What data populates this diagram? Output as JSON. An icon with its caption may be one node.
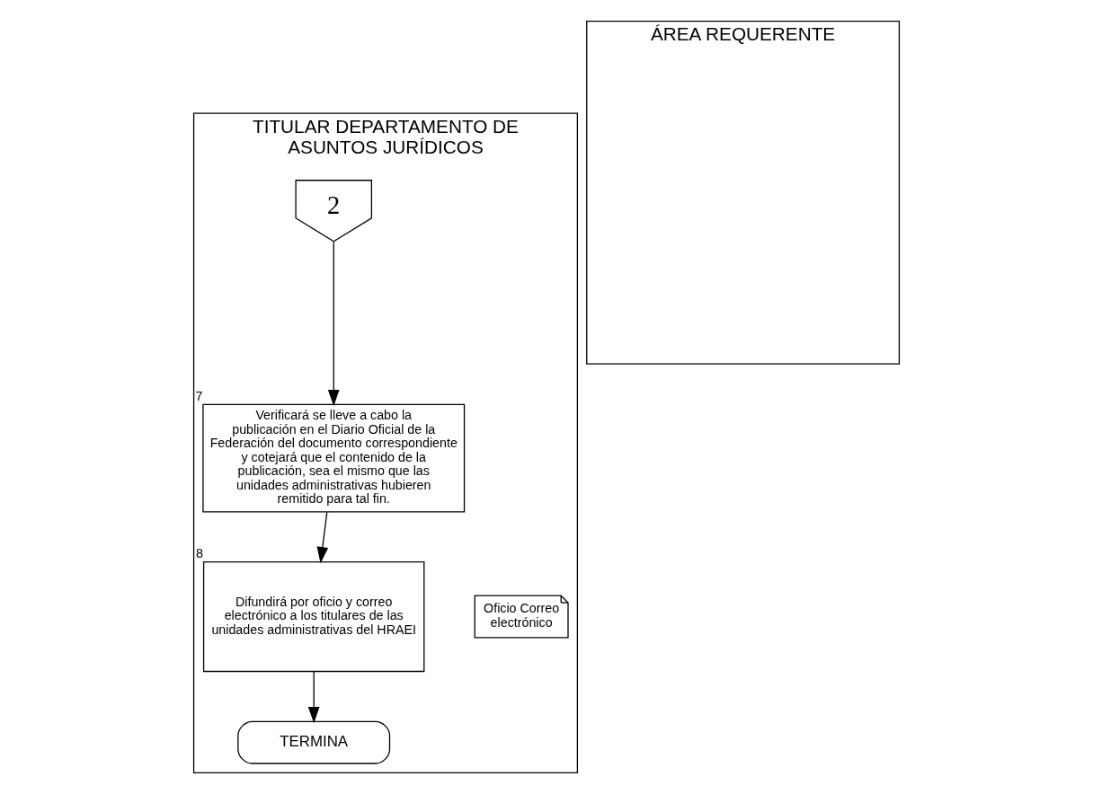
{
  "diagram": {
    "nodes": [
      {
        "text": [
          "TITULAR DEPARTAMENTO DE ASUNTOS JURÍDICOS"
        ]
      },
      {
        "text": [
          "2"
        ],
        "in": 0
      },
      {
        "text": [
          "Verificará se lleve a cabo la publicación en el Diario Oficial de la Federación del documento correspondiente y cotejará que el contenido de la publicación, sea el mismo que las unidades administrativas hubieren remitido para tal fin."
        ],
        "beside": [
          "7"
        ],
        "in": 0
      },
      {
        "text": [
          "Difundirá por oficio y correo electrónico a los titulares de las unidades administrativas del HRAEI"
        ],
        "beside": [
          "8"
        ],
        "in": 0
      },
      {
        "text": [
          "Oficio Correo electrónico"
        ],
        "in": 0
      },
      {
        "text": [
          "TERMINA"
        ],
        "in": 0
      },
      {
        "text": [
          "ÁREA REQUERENTE"
        ]
      }
    ],
    "edges": [
      {
        "from": 1,
        "to": 2,
        "arrow": "to"
      },
      {
        "from": 2,
        "to": 3,
        "arrow": "to"
      },
      {
        "from": 3,
        "to": 5,
        "arrow": "to"
      }
    ]
  }
}
